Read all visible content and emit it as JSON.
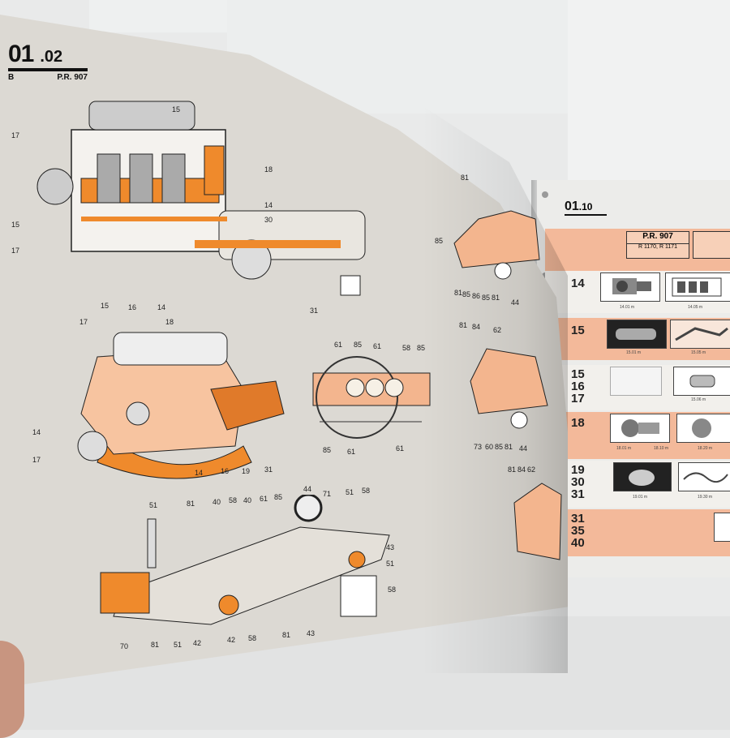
{
  "left_page": {
    "section_number": "01",
    "sub_number": ".02",
    "letter": "B",
    "reference": "P.R. 907",
    "callouts": {
      "top_engine": [
        "15",
        "17",
        "18",
        "14",
        "30",
        "15",
        "17",
        "15",
        "16",
        "14",
        "31"
      ],
      "middle_engine": [
        "17",
        "18",
        "14",
        "17",
        "14",
        "16",
        "19",
        "31"
      ],
      "dashboard": [
        "61",
        "85",
        "61",
        "58",
        "85",
        "85",
        "61",
        "61"
      ],
      "chassis": [
        "51",
        "81",
        "40",
        "58",
        "40",
        "61",
        "85",
        "44",
        "71",
        "51",
        "58",
        "43",
        "51",
        "58",
        "70",
        "81",
        "51",
        "42",
        "42",
        "58",
        "81",
        "43"
      ],
      "car_side_top": [
        "81",
        "85",
        "81",
        "85",
        "86",
        "85",
        "81",
        "44"
      ],
      "car_side_middle": [
        "81",
        "84",
        "62",
        "73",
        "60",
        "85",
        "81",
        "44"
      ],
      "car_side_bottom": [
        "81",
        "84",
        "62"
      ]
    }
  },
  "right_page": {
    "section_number": "01",
    "sub_number": ".10",
    "reference": "P.R. 907",
    "reference_codes": "R 1170, R 1171",
    "rows": [
      {
        "label": "14",
        "captions": [
          "14.01 m",
          "14.05 m"
        ]
      },
      {
        "label": "15",
        "captions": [
          "15.01 m",
          "15.05 m"
        ]
      },
      {
        "label": "15\n16\n17",
        "captions": [
          "15.06 m"
        ]
      },
      {
        "label": "18",
        "captions": [
          "18.01 m",
          "18.10 m",
          "18.20 m"
        ]
      },
      {
        "label": "19\n30\n31",
        "captions": [
          "19.01 m",
          "19.30 m"
        ]
      },
      {
        "label": "31\n35\n40",
        "captions": []
      }
    ]
  },
  "colors": {
    "engine_orange": "#ef8a2c",
    "row_orange": "#f3b99a",
    "page": "#dcd9d3",
    "ink": "#111111"
  }
}
